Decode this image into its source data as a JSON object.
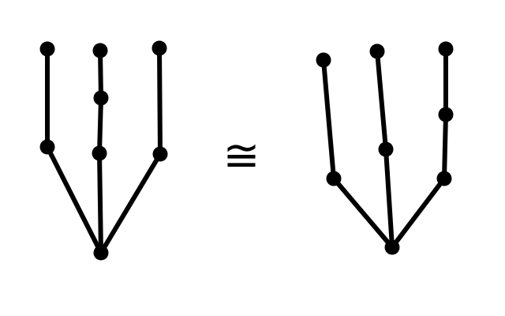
{
  "relation_symbol": "≅",
  "colors": {
    "ink": "#000000",
    "background": "#ffffff"
  },
  "trees": [
    {
      "name": "left-tree",
      "root": "r",
      "nodes": [
        "r",
        "a",
        "b",
        "c",
        "a1",
        "b1",
        "b2",
        "c1"
      ],
      "edges": [
        [
          "r",
          "a"
        ],
        [
          "r",
          "b"
        ],
        [
          "r",
          "c"
        ],
        [
          "a",
          "a1"
        ],
        [
          "b",
          "b1"
        ],
        [
          "b1",
          "b2"
        ],
        [
          "c",
          "c1"
        ]
      ]
    },
    {
      "name": "right-tree",
      "root": "r",
      "nodes": [
        "r",
        "a",
        "b",
        "c",
        "a1",
        "b1",
        "c1",
        "c2"
      ],
      "edges": [
        [
          "r",
          "a"
        ],
        [
          "r",
          "b"
        ],
        [
          "r",
          "c"
        ],
        [
          "a",
          "a1"
        ],
        [
          "b",
          "b1"
        ],
        [
          "c",
          "c1"
        ],
        [
          "c1",
          "c2"
        ]
      ]
    }
  ]
}
